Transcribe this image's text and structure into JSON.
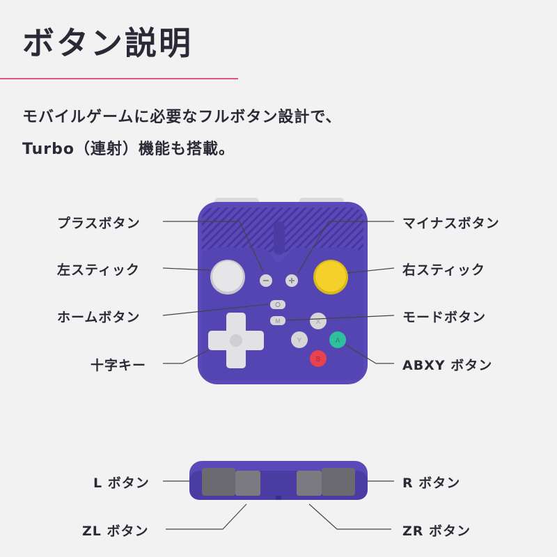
{
  "title": "ボタン説明",
  "subtitle_line1": "モバイルゲームに必要なフルボタン設計で、",
  "subtitle_line2": "Turbo（連射）機能も搭載。",
  "labels": {
    "plus": "プラスボタン",
    "left_stick": "左スティック",
    "home": "ホームボタン",
    "dpad": "十字キー",
    "minus": "マイナスボタン",
    "right_stick": "右スティック",
    "mode": "モードボタン",
    "abxy": "ABXY ボタン",
    "l": "L ボタン",
    "zl": "ZL ボタン",
    "r": "R ボタン",
    "zr": "ZR ボタン"
  },
  "button_letters": {
    "x": "X",
    "y": "Y",
    "a": "A",
    "b": "B",
    "m": "M"
  },
  "colors": {
    "controller_body": "#5a4ab8",
    "controller_dark": "#4a3ca3",
    "accent_line": "#e0567a",
    "right_stick": "#f3d12a",
    "button_a": "#2fbf9c",
    "button_b": "#e8414f",
    "button_gray": "#d6d6d8"
  }
}
